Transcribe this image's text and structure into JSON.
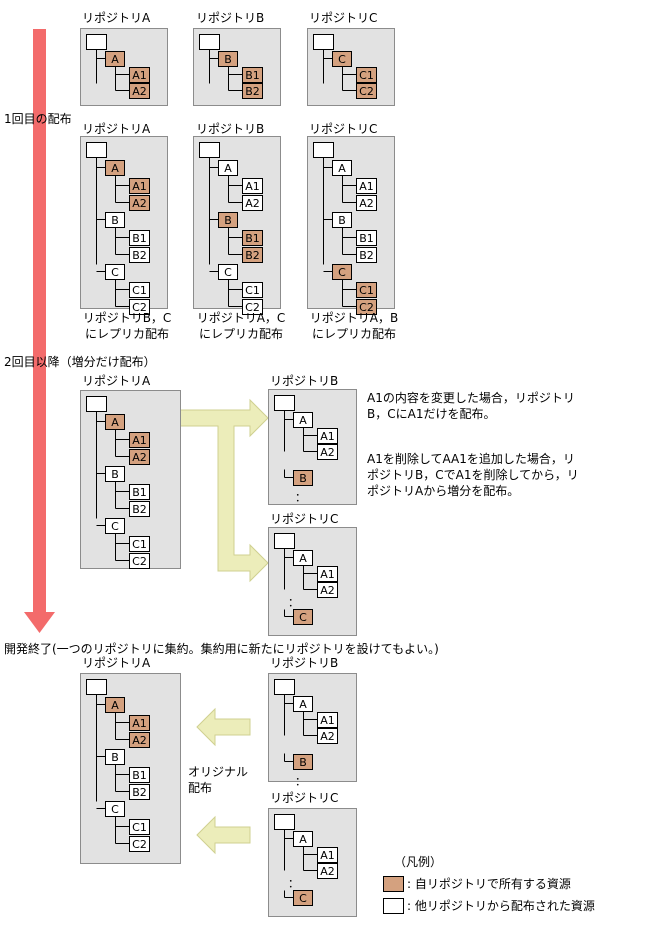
{
  "colors": {
    "own": "#d4a17f",
    "other": "#ffffff",
    "panel": "#e2e2e2",
    "arrow_main": "#f36b6b",
    "arrow_flow": "#ecedba",
    "arrow_flow_stroke": "#cfd090"
  },
  "section_labels": {
    "first": "1回目の配布",
    "second": "2回目以降（増分だけ配布）",
    "end": "開発終了(一つのリポジトリに集約。集約用に新たにリポジトリを設けてもよい。)"
  },
  "repo_titles": {
    "a": "リポジトリA",
    "b": "リポジトリB",
    "c": "リポジトリC"
  },
  "captions": {
    "a": "リポジトリB，C\nにレプリカ配布",
    "b": "リポジトリA，C\nにレプリカ配布",
    "c": "リポジトリA，B\nにレプリカ配布"
  },
  "notes": {
    "note1": "A1の内容を変更した場合，リポジトリB，CにA1だけを配布。",
    "note2": "A1を削除してAA1を追加した場合，リポジトリB，CでA1を削除してから，リポジトリAから増分を配布。"
  },
  "original_label": "オリジナル\n配布",
  "legend": {
    "title": "（凡例）",
    "own": ": 自リポジトリで所有する資源",
    "other": ": 他リポジトリから配布された資源"
  },
  "node_labels": {
    "A": "A",
    "A1": "A1",
    "A2": "A2",
    "B": "B",
    "B1": "B1",
    "B2": "B2",
    "C": "C",
    "C1": "C1",
    "C2": "C2",
    "ellipsis": "："
  }
}
